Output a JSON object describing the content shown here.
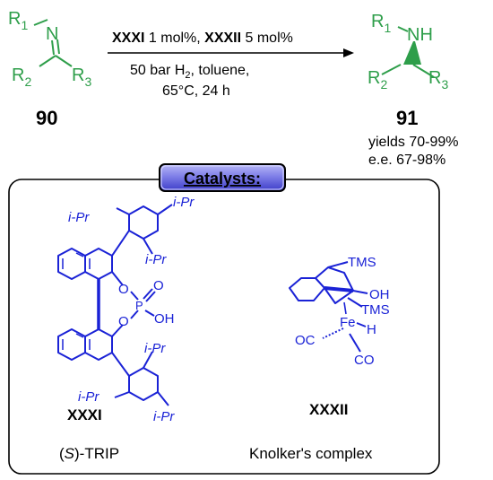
{
  "reaction": {
    "reactant": {
      "n": "N",
      "r1": "R",
      "r1_sub": "1",
      "r2": "R",
      "r2_sub": "2",
      "r3": "R",
      "r3_sub": "3",
      "id": "90"
    },
    "conditions": {
      "cat1": "XXXI",
      "cat1_amount": " 1 mol%, ",
      "cat2": "XXXII",
      "cat2_amount": " 5 mol%",
      "line2_pre": "50 bar H",
      "line2_sub": "2",
      "line2_post": ", toluene,",
      "line3": "65°C, 24 h"
    },
    "product": {
      "nh": "NH",
      "r1": "R",
      "r1_sub": "1",
      "r2": "R",
      "r2_sub": "2",
      "r3": "R",
      "r3_sub": "3",
      "id": "91",
      "yields": "yields 70-99%",
      "ee": "e.e. 67-98%"
    }
  },
  "catalysts": {
    "header": "Catalysts:",
    "trip": {
      "ipr_1": "i-Pr",
      "ipr_2": "i-Pr",
      "ipr_3": "i-Pr",
      "ipr_4": "i-Pr",
      "ipr_5": "i-Pr",
      "ipr_6": "i-Pr",
      "o1": "O",
      "o2": "O",
      "p": "P",
      "po_o": "O",
      "oh": "OH",
      "id": "XXXI",
      "name_open": "(",
      "name_s": "S",
      "name_rest": ")-TRIP"
    },
    "knolker": {
      "tms1": "TMS",
      "oh": "OH",
      "tms2": "TMS",
      "fe": "Fe",
      "h": "H",
      "oc": "OC",
      "co": "CO",
      "id": "XXXII",
      "name": "Knolker's complex"
    }
  },
  "colors": {
    "reactant_green": "#2e9e4a",
    "catalyst_blue": "#1a22d6",
    "header_bg": "#7f7fe8"
  }
}
